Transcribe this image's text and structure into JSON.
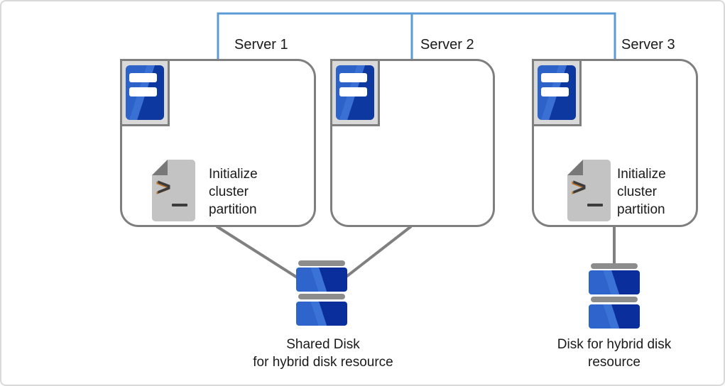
{
  "servers": [
    {
      "name": "Server 1",
      "script": {
        "line1": "Initialize",
        "line2": "cluster",
        "line3": "partition"
      }
    },
    {
      "name": "Server 2"
    },
    {
      "name": "Server 3",
      "script": {
        "line1": "Initialize",
        "line2": "cluster",
        "line3": "partition"
      }
    }
  ],
  "disks": {
    "shared": {
      "line1": "Shared Disk",
      "line2": "for hybrid disk resource"
    },
    "hybrid": {
      "line1": "Disk for hybrid disk",
      "line2": "resource"
    }
  },
  "icons": {
    "server": "server-tower-icon",
    "script": "shell-script-icon",
    "disk": "disk-stack-icon",
    "script_prompt": ">"
  },
  "colors": {
    "network_line": "#5B9BD5",
    "connector_line": "#808080",
    "box_border": "#7F7F7F",
    "outer_border": "#D9D9D9",
    "server_blue_light": "#2D62C9",
    "server_blue_dark": "#0C38A0",
    "disk_blue_light": "#2F64CD",
    "disk_blue_dark": "#0A2F9D",
    "disk_bar_gray": "#8C8C8C",
    "script_body_gray": "#C3C3C3",
    "script_fold_gray": "#787878",
    "script_prompt_dark": "#3C3C3C",
    "script_prompt_accent": "#C0762C"
  }
}
